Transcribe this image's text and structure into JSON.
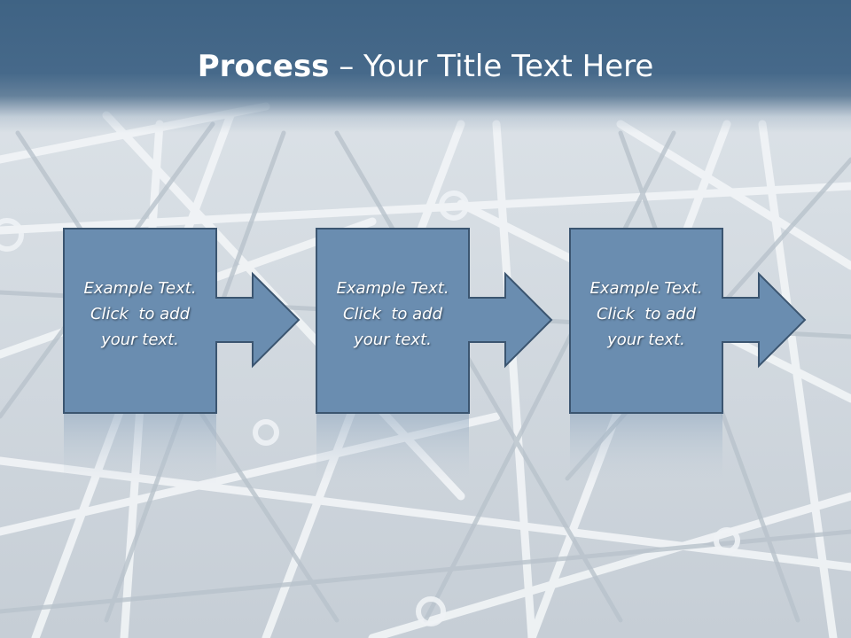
{
  "slide": {
    "title_bold": "Process",
    "title_rest": " – Your Title Text Here",
    "steps": [
      {
        "line1": "Example Text.",
        "line2": "Click  to add",
        "line3": "your text."
      },
      {
        "line1": "Example Text.",
        "line2": "Click  to add",
        "line3": "your text."
      },
      {
        "line1": "Example Text.",
        "line2": "Click  to add",
        "line3": "your text."
      }
    ]
  },
  "colors": {
    "header": "#46698a",
    "box_fill": "#6a8db0",
    "box_border": "#3b5570",
    "text": "#ffffff"
  }
}
